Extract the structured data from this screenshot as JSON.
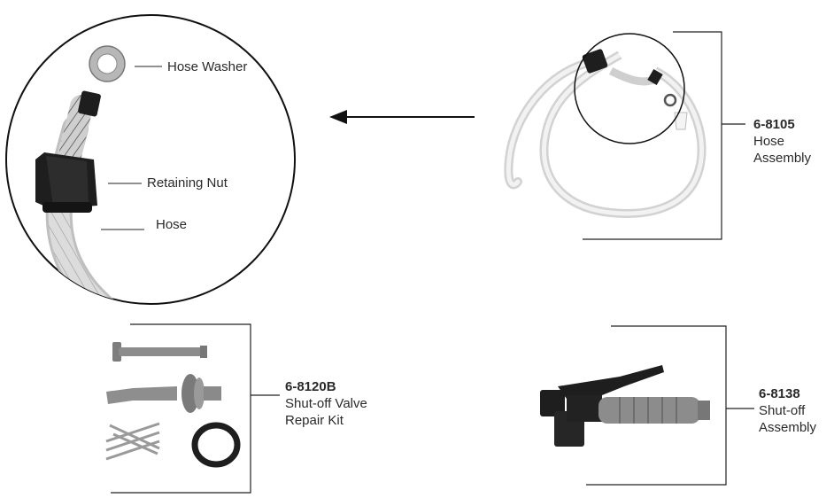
{
  "callouts": {
    "hose_washer": "Hose Washer",
    "retaining_nut": "Retaining Nut",
    "hose": "Hose"
  },
  "parts": [
    {
      "number": "6-8105",
      "line1": "Hose",
      "line2": "Assembly"
    },
    {
      "number": "6-8120B",
      "line1": "Shut-off Valve",
      "line2": "Repair Kit"
    },
    {
      "number": "6-8138",
      "line1": "Shut-off",
      "line2": "Assembly"
    }
  ],
  "colors": {
    "line": "#1a1a1a",
    "nut": "#1e1e1e",
    "hose": "#d9d9d9",
    "grey_part": "#8c8c8c"
  }
}
